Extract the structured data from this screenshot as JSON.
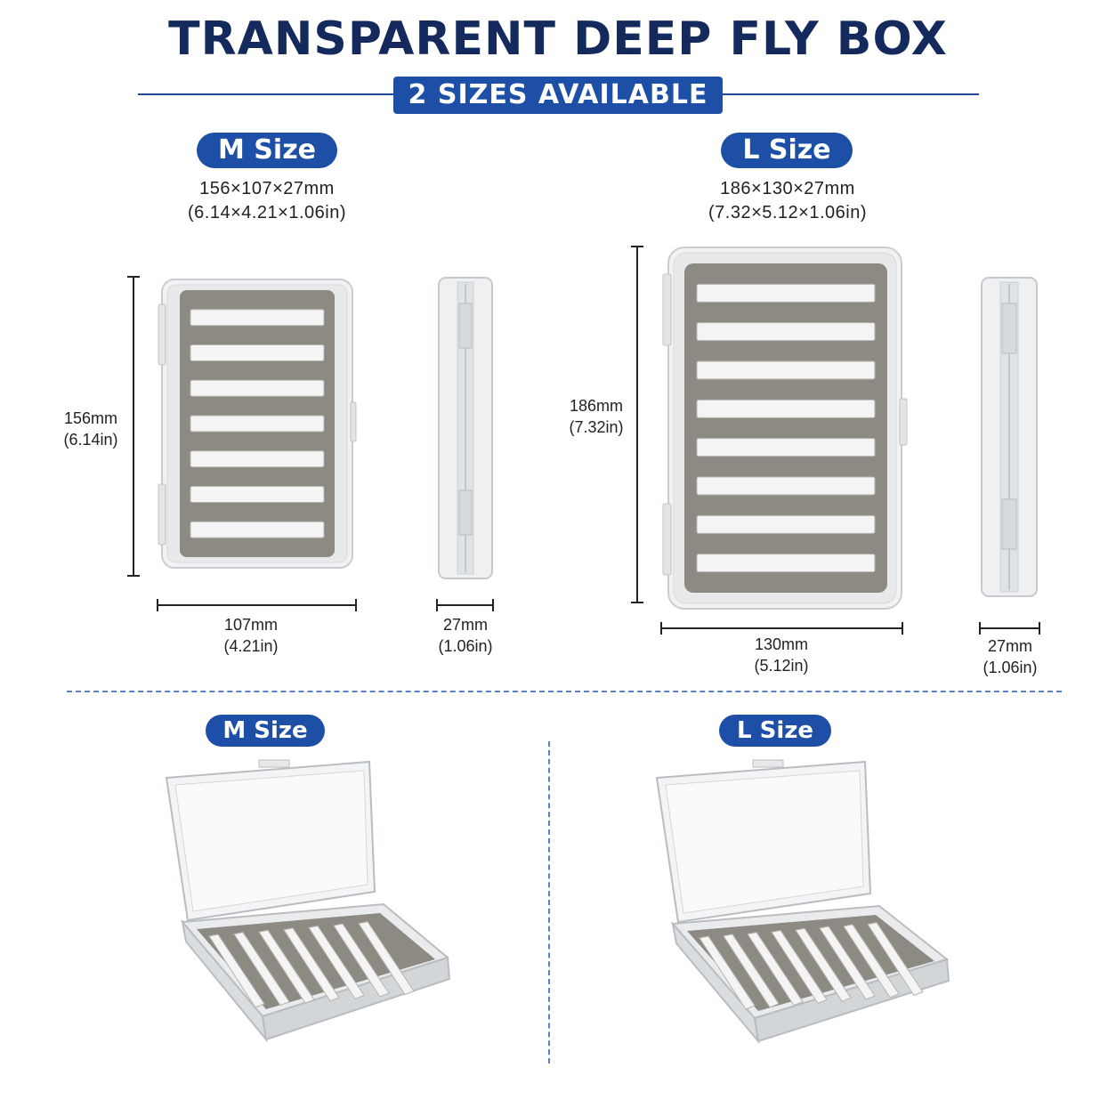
{
  "header": {
    "title": "TRANSPARENT DEEP FLY BOX",
    "banner": "2 SIZES AVAILABLE"
  },
  "colors": {
    "navy": "#14295c",
    "accent_blue": "#1e4fa6",
    "foam_gray": "#8d8a83",
    "frame_clear": "#e6e8ea"
  },
  "m_size": {
    "label": "M Size",
    "dims_mm": "156×107×27mm",
    "dims_in": "(6.14×4.21×1.06in)",
    "height_mm": "156mm",
    "height_in": "(6.14in)",
    "width_mm": "107mm",
    "width_in": "(4.21in)",
    "depth_mm": "27mm",
    "depth_in": "(1.06in)",
    "slot_rows": 7,
    "open_label": "M Size"
  },
  "l_size": {
    "label": "L Size",
    "dims_mm": "186×130×27mm",
    "dims_in": "(7.32×5.12×1.06in)",
    "height_mm": "186mm",
    "height_in": "(7.32in)",
    "width_mm": "130mm",
    "width_in": "(5.12in)",
    "depth_mm": "27mm",
    "depth_in": "(1.06in)",
    "slot_rows": 8,
    "open_label": "L Size"
  }
}
